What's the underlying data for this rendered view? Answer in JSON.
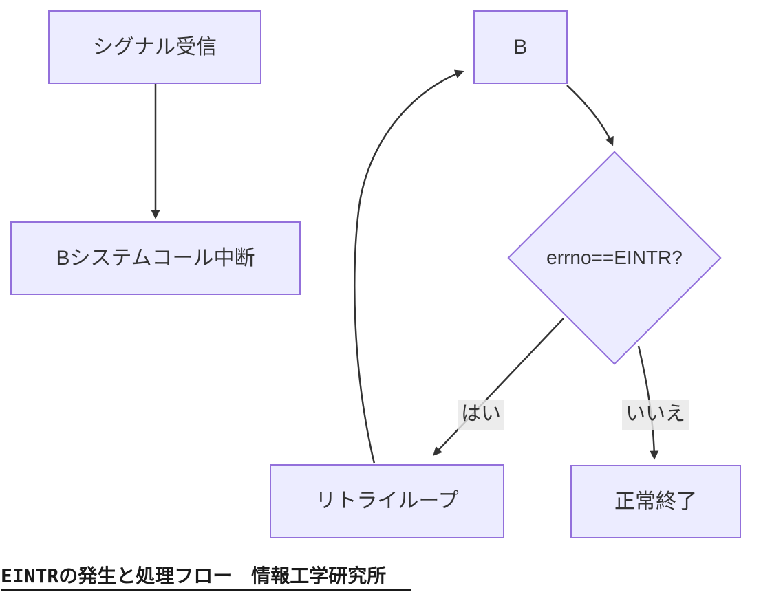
{
  "diagram": {
    "nodes": {
      "signal": {
        "label": "シグナル受信"
      },
      "interrupt": {
        "label": "Bシステムコール中断"
      },
      "b": {
        "label": "B"
      },
      "decision": {
        "label": "errno==EINTR?"
      },
      "retry": {
        "label": "リトライループ"
      },
      "done": {
        "label": "正常終了"
      }
    },
    "edge_labels": {
      "yes": "はい",
      "no": "いいえ"
    },
    "caption": "EINTRの発生と処理フロー　情報工学研究所",
    "colors": {
      "node_fill": "#ECECFF",
      "node_border": "#9370DB",
      "edge": "#333333",
      "edge_label_bg": "#E8E8E8",
      "text": "#333333"
    }
  }
}
